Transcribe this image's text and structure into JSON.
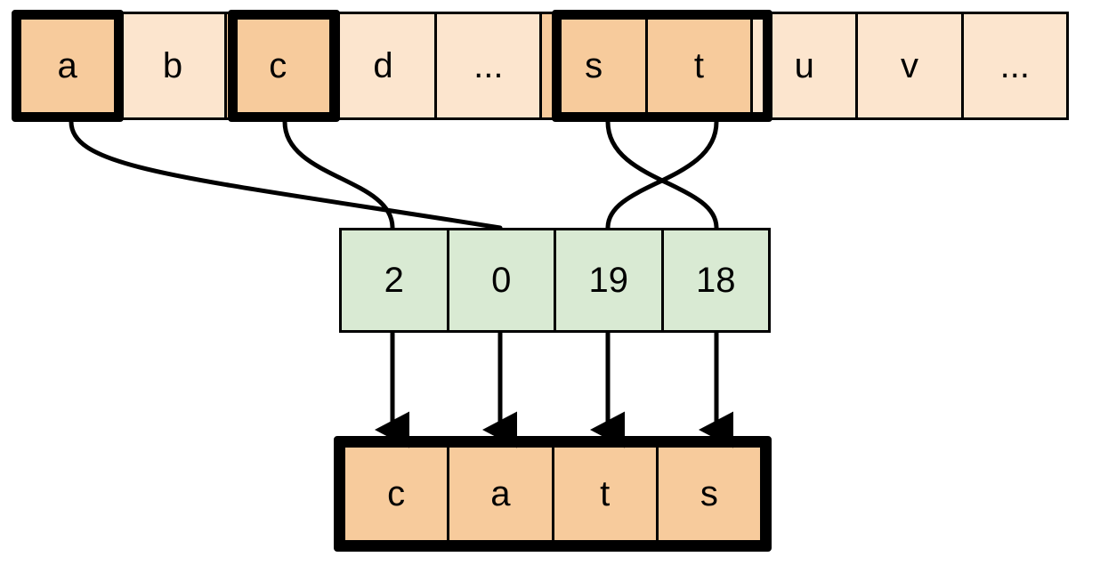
{
  "diagram": {
    "title": "String indexing lookup diagram",
    "colors": {
      "alphabet_fill": "#fce5ce",
      "alphabet_selected_fill": "#f7cb9c",
      "index_fill": "#d9ead3",
      "result_fill": "#f7cb9c",
      "stroke": "#000000",
      "background": "#ffffff"
    }
  },
  "alphabet_row": {
    "name": "alphabet-strip",
    "cells": [
      {
        "label": "a",
        "selected": true
      },
      {
        "label": "b",
        "selected": false
      },
      {
        "label": "c",
        "selected": true
      },
      {
        "label": "d",
        "selected": false
      },
      {
        "label": "...",
        "selected": false
      },
      {
        "label": "s",
        "selected": true
      },
      {
        "label": "t",
        "selected": true
      },
      {
        "label": "u",
        "selected": false
      },
      {
        "label": "v",
        "selected": false
      },
      {
        "label": "...",
        "selected": false
      }
    ]
  },
  "index_row": {
    "name": "index-strip",
    "cells": [
      {
        "label": "2"
      },
      {
        "label": "0"
      },
      {
        "label": "19"
      },
      {
        "label": "18"
      }
    ]
  },
  "result_row": {
    "name": "result-strip",
    "word": "cats",
    "cells": [
      {
        "label": "c"
      },
      {
        "label": "a"
      },
      {
        "label": "t"
      },
      {
        "label": "s"
      }
    ]
  },
  "connectors": {
    "curves": [
      {
        "from": "a",
        "to": "0",
        "crosses": true
      },
      {
        "from": "c",
        "to": "2",
        "crosses": true
      },
      {
        "from": "s",
        "to": "18",
        "crosses": true
      },
      {
        "from": "t",
        "to": "19",
        "crosses": true
      }
    ],
    "arrows": [
      {
        "from": "2",
        "to": "c"
      },
      {
        "from": "0",
        "to": "a"
      },
      {
        "from": "19",
        "to": "t"
      },
      {
        "from": "18",
        "to": "s"
      }
    ]
  }
}
